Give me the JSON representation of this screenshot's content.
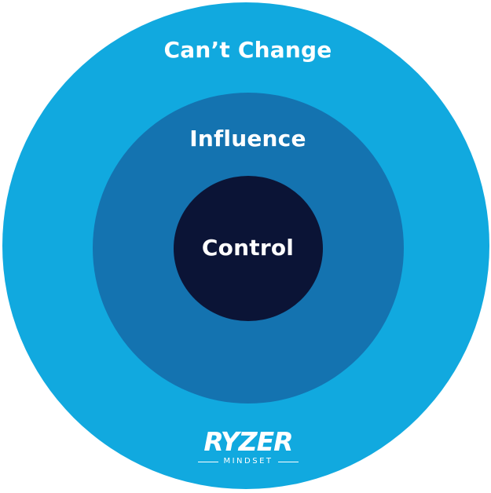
{
  "diagram": {
    "rings": [
      {
        "label": "Can’t Change",
        "color": "#11a9df"
      },
      {
        "label": "Influence",
        "color": "#1473b0"
      },
      {
        "label": "Control",
        "color": "#0b1436"
      }
    ]
  },
  "logo": {
    "word": "RYZER",
    "sub": "MINDSET"
  }
}
